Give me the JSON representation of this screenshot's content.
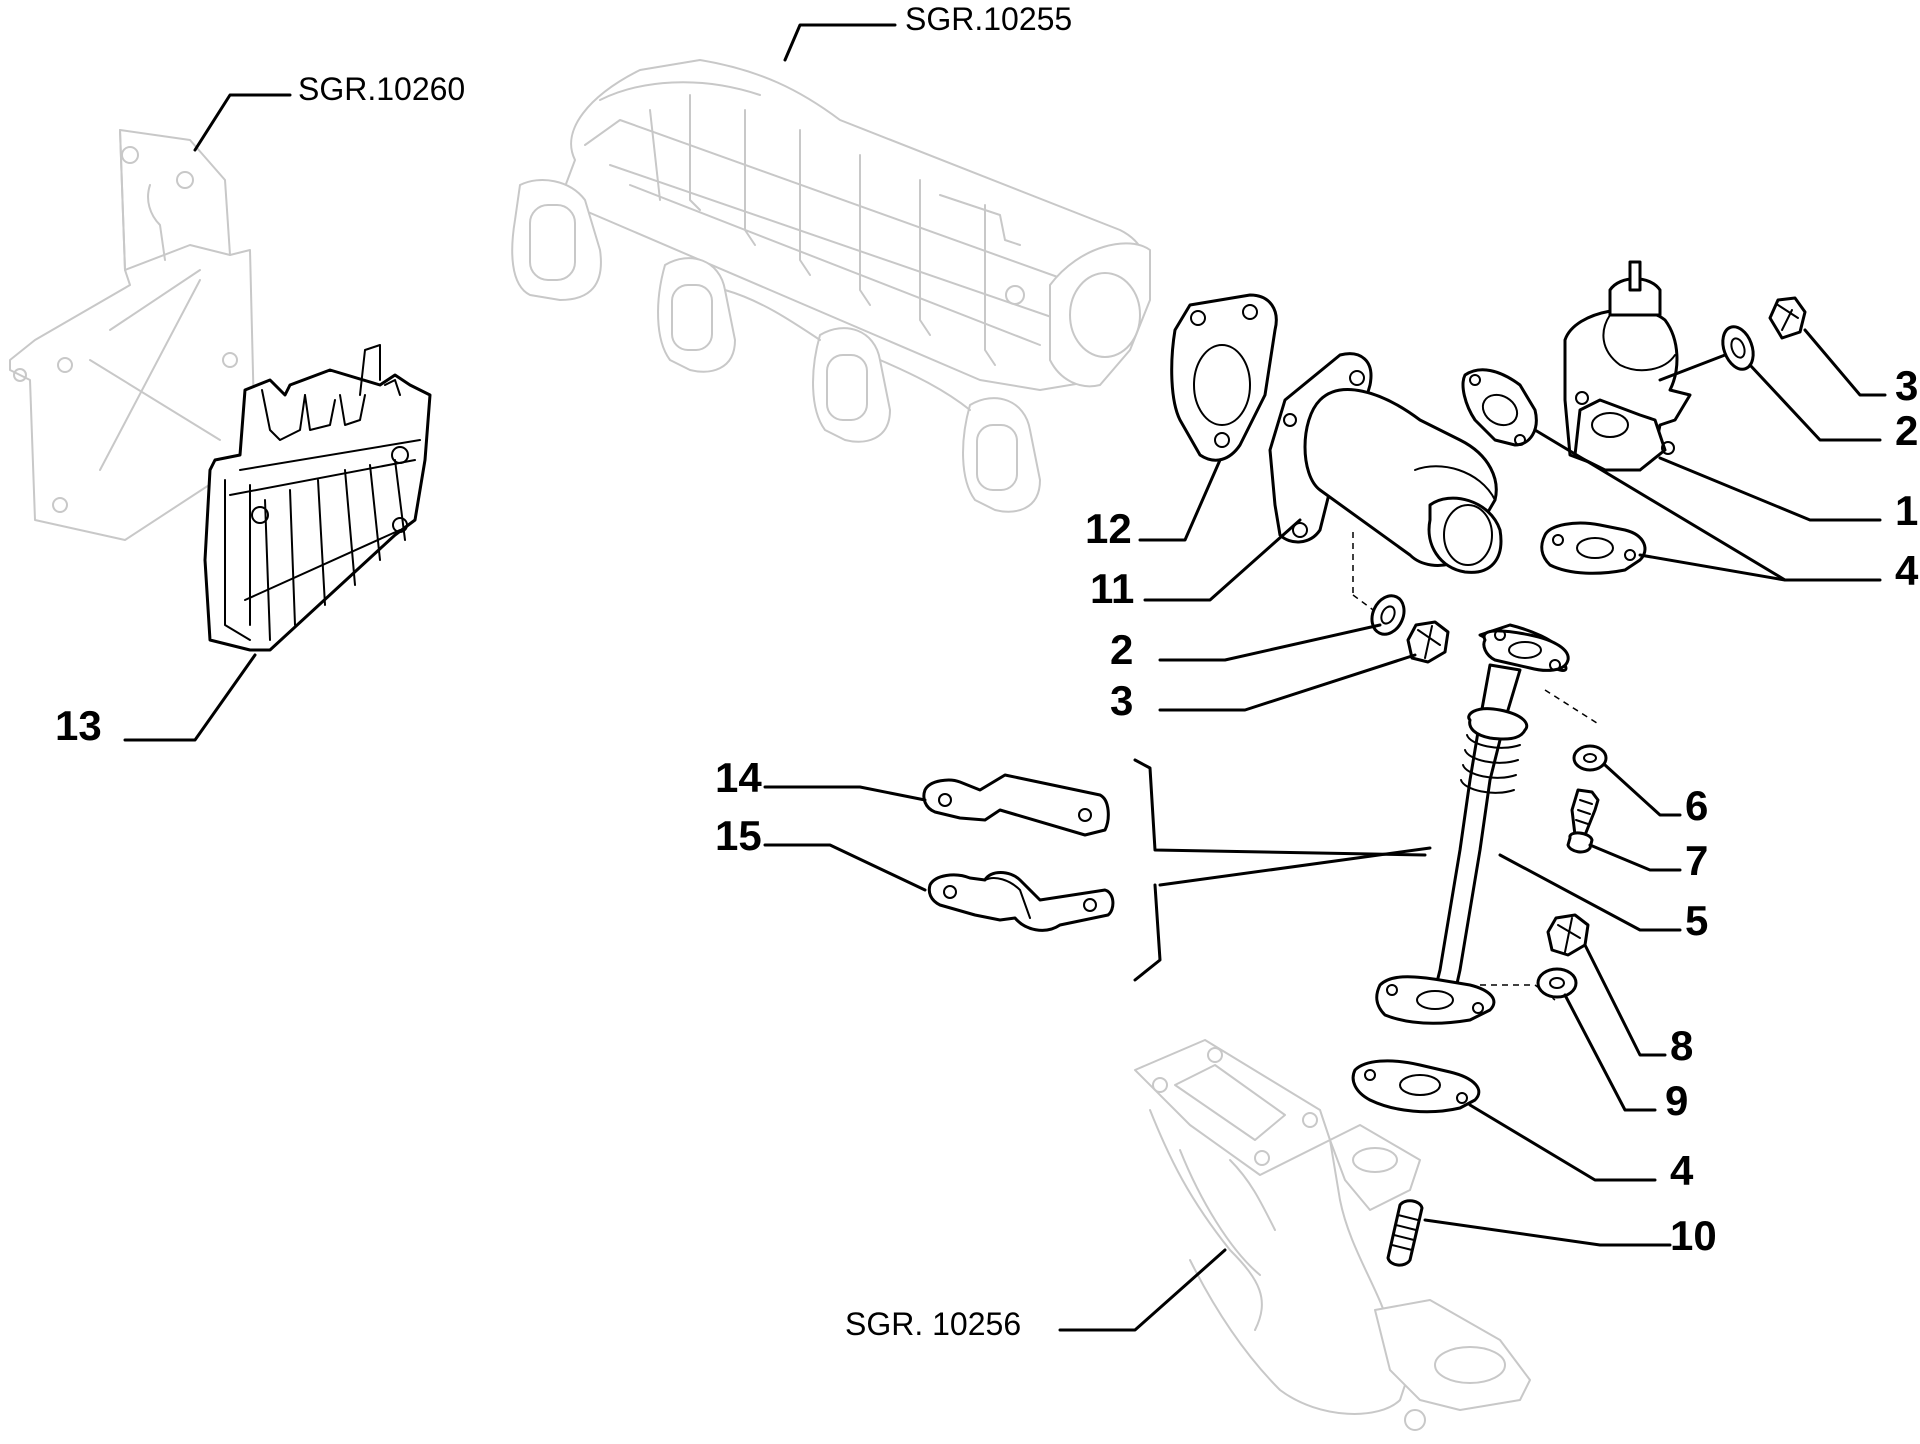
{
  "references": {
    "manifold": "SGR.10255",
    "bracket": "SGR.10260",
    "exhaust": "SGR. 10256"
  },
  "callouts": {
    "c3_top": "3",
    "c2_top": "2",
    "c1": "1",
    "c4_top": "4",
    "c12": "12",
    "c11": "11",
    "c2_mid": "2",
    "c3_mid": "3",
    "c13": "13",
    "c14": "14",
    "c15": "15",
    "c6": "6",
    "c7": "7",
    "c5": "5",
    "c8": "8",
    "c9": "9",
    "c4_bottom": "4",
    "c10": "10"
  }
}
